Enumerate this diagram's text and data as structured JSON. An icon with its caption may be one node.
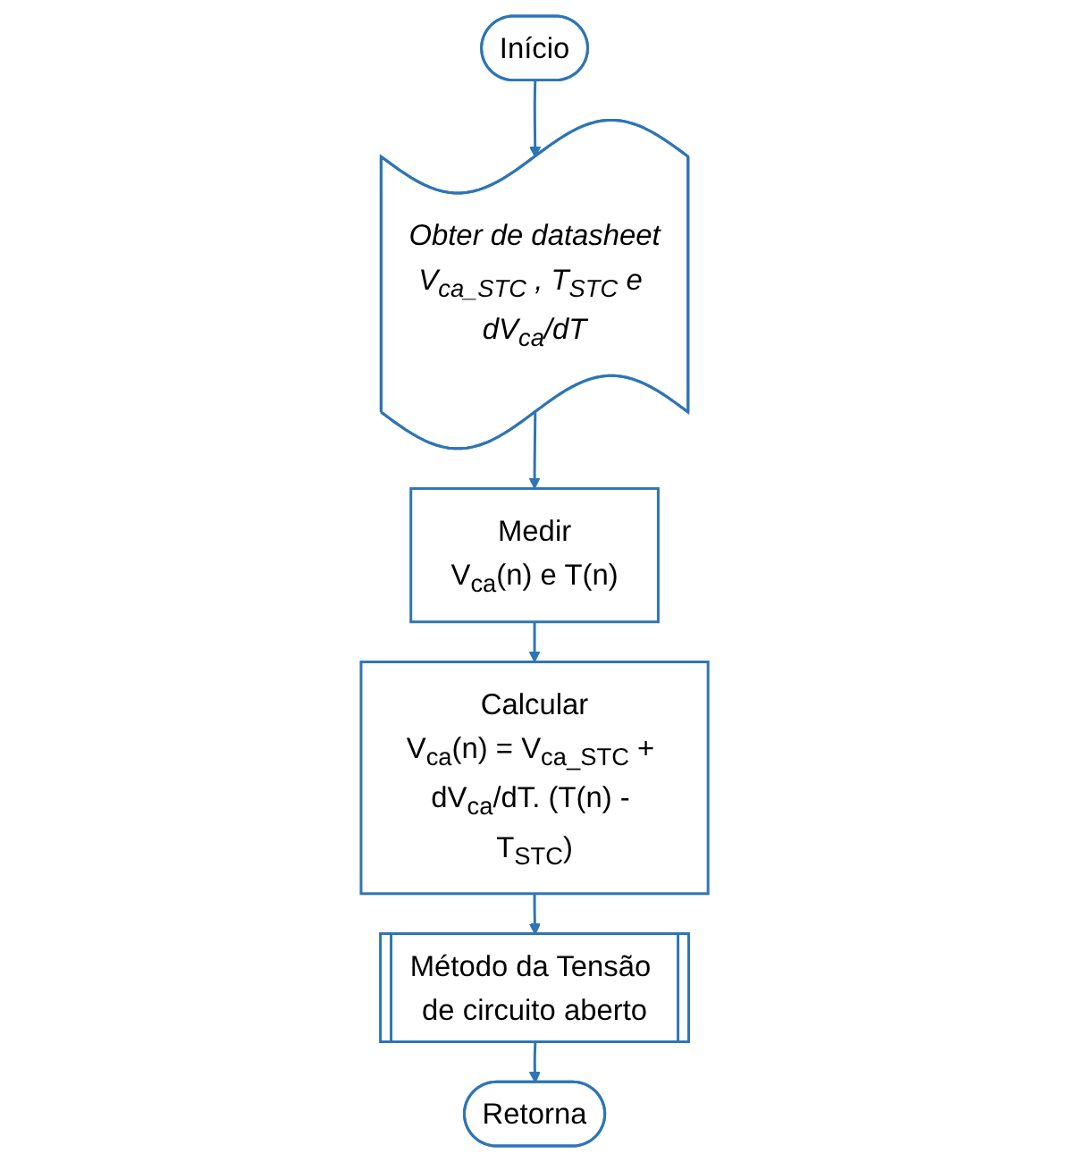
{
  "diagram": {
    "nodes": [
      {
        "text": [
          "Início"
        ]
      },
      {
        "text": [
          "Obter de datasheet",
          "V$_{ca_STC}$ , T$_{STC}$ e dV$_{ca}$/dT"
        ]
      },
      {
        "text": [
          "Medir",
          "V$_{ca}$(n) e T(n)"
        ]
      },
      {
        "text": [
          "Calcular",
          "V$_{ca}$(n) = V$_{ca_STC}$ + dV$_{ca}$/dT. (T(n) - T$_{STC}$)"
        ]
      },
      {
        "text": [
          "Método da Tensão de circuito aberto"
        ]
      },
      {
        "text": [
          "Retorna"
        ]
      }
    ],
    "edges": [
      {
        "from": 0,
        "to": 1,
        "arrow": "to"
      },
      {
        "from": 1,
        "to": 2,
        "arrow": "to"
      },
      {
        "from": 2,
        "to": 3,
        "arrow": "to"
      },
      {
        "from": 3,
        "to": 4,
        "arrow": "to"
      },
      {
        "from": 4,
        "to": 5,
        "arrow": "to"
      }
    ]
  }
}
